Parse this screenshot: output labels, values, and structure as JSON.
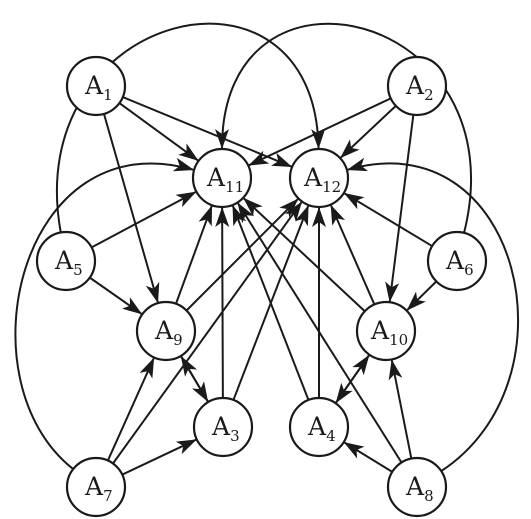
{
  "colors": {
    "stroke": "#1a1a1a",
    "background": "#ffffff"
  },
  "nodes": [
    {
      "id": "A1",
      "letter": "A",
      "sub": "1"
    },
    {
      "id": "A2",
      "letter": "A",
      "sub": "2"
    },
    {
      "id": "A3",
      "letter": "A",
      "sub": "3"
    },
    {
      "id": "A4",
      "letter": "A",
      "sub": "4"
    },
    {
      "id": "A5",
      "letter": "A",
      "sub": "5"
    },
    {
      "id": "A6",
      "letter": "A",
      "sub": "6"
    },
    {
      "id": "A7",
      "letter": "A",
      "sub": "7"
    },
    {
      "id": "A8",
      "letter": "A",
      "sub": "8"
    },
    {
      "id": "A9",
      "letter": "A",
      "sub": "9"
    },
    {
      "id": "A10",
      "letter": "A",
      "sub": "10"
    },
    {
      "id": "A11",
      "letter": "A",
      "sub": "11"
    },
    {
      "id": "A12",
      "letter": "A",
      "sub": "12"
    }
  ],
  "edges": [
    {
      "from": "A1",
      "to": "A11"
    },
    {
      "from": "A1",
      "to": "A12"
    },
    {
      "from": "A1",
      "to": "A9"
    },
    {
      "from": "A2",
      "to": "A11"
    },
    {
      "from": "A2",
      "to": "A12"
    },
    {
      "from": "A2",
      "to": "A10"
    },
    {
      "from": "A5",
      "to": "A11"
    },
    {
      "from": "A5",
      "to": "A9"
    },
    {
      "from": "A5",
      "to": "A12"
    },
    {
      "from": "A6",
      "to": "A12"
    },
    {
      "from": "A6",
      "to": "A10"
    },
    {
      "from": "A6",
      "to": "A11"
    },
    {
      "from": "A9",
      "to": "A11"
    },
    {
      "from": "A9",
      "to": "A12"
    },
    {
      "from": "A9",
      "to": "A3"
    },
    {
      "from": "A3",
      "to": "A9"
    },
    {
      "from": "A3",
      "to": "A11"
    },
    {
      "from": "A3",
      "to": "A12"
    },
    {
      "from": "A10",
      "to": "A12"
    },
    {
      "from": "A10",
      "to": "A11"
    },
    {
      "from": "A10",
      "to": "A4"
    },
    {
      "from": "A4",
      "to": "A10"
    },
    {
      "from": "A4",
      "to": "A12"
    },
    {
      "from": "A4",
      "to": "A11"
    },
    {
      "from": "A7",
      "to": "A9"
    },
    {
      "from": "A7",
      "to": "A3"
    },
    {
      "from": "A7",
      "to": "A11"
    },
    {
      "from": "A7",
      "to": "A12"
    },
    {
      "from": "A8",
      "to": "A10"
    },
    {
      "from": "A8",
      "to": "A4"
    },
    {
      "from": "A8",
      "to": "A12"
    },
    {
      "from": "A8",
      "to": "A11"
    }
  ]
}
